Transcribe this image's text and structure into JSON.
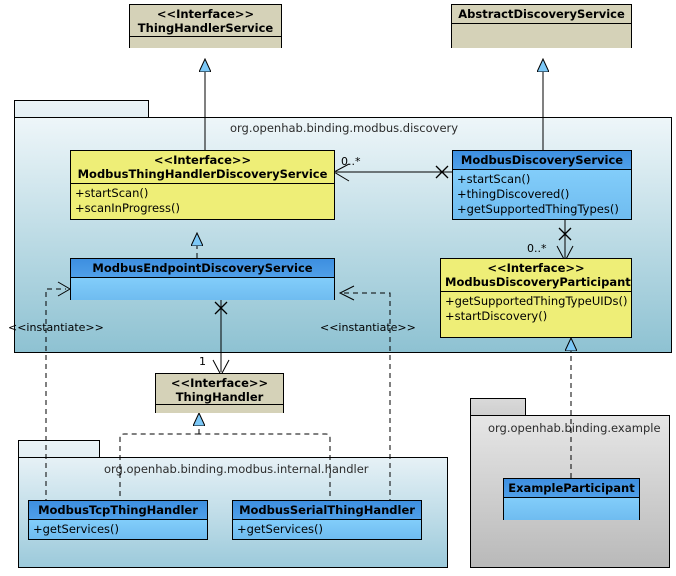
{
  "diagram": {
    "type": "uml-class-diagram",
    "title": "Modbus discovery class diagram"
  },
  "packages": [
    {
      "id": "pkg-modbus-discovery",
      "label": "org.openhab.binding.modbus.discovery"
    },
    {
      "id": "pkg-internal-handler",
      "label": "org.openhab.binding.modbus.internal.handler"
    },
    {
      "id": "pkg-example",
      "label": "org.openhab.binding.example"
    }
  ],
  "classes": {
    "thing_handler_service": {
      "stereotype": "<<Interface>>",
      "name": "ThingHandlerService",
      "members": [],
      "color": "#d5d2b8"
    },
    "abstract_discovery_service": {
      "stereotype": "",
      "name": "AbstractDiscoveryService",
      "members": [],
      "color": "#d5d2b8"
    },
    "modbus_thing_handler_discovery_service": {
      "stereotype": "<<Interface>>",
      "name": "ModbusThingHandlerDiscoveryService",
      "members": [
        "+startScan()",
        "+scanInProgress()"
      ],
      "color": "#eeee77"
    },
    "modbus_discovery_service": {
      "stereotype": "",
      "name": "ModbusDiscoveryService",
      "members": [
        "+startScan()",
        "+thingDiscovered()",
        "+getSupportedThingTypes()"
      ],
      "color": "#7cc8f7"
    },
    "modbus_endpoint_discovery_service": {
      "stereotype": "",
      "name": "ModbusEndpointDiscoveryService",
      "members": [],
      "color": "#7cc8f7"
    },
    "modbus_discovery_participant": {
      "stereotype": "<<Interface>>",
      "name": "ModbusDiscoveryParticipant",
      "members": [
        "+getSupportedThingTypeUIDs()",
        "+startDiscovery()"
      ],
      "color": "#eeee77"
    },
    "thing_handler": {
      "stereotype": "<<Interface>>",
      "name": "ThingHandler",
      "members": [],
      "color": "#d5d2b8"
    },
    "modbus_tcp_thing_handler": {
      "stereotype": "",
      "name": "ModbusTcpThingHandler",
      "members": [
        "+getServices()"
      ],
      "color": "#7cc8f7"
    },
    "modbus_serial_thing_handler": {
      "stereotype": "",
      "name": "ModbusSerialThingHandler",
      "members": [
        "+getServices()"
      ],
      "color": "#7cc8f7"
    },
    "example_participant": {
      "stereotype": "",
      "name": "ExampleParticipant",
      "members": [],
      "color": "#7cc8f7"
    }
  },
  "edge_labels": {
    "assoc_discovery_to_thdservice": "0..*",
    "assoc_discovery_to_participant": "0..*",
    "assoc_endpoint_to_thinghandler": "1",
    "instantiate_left": "<<instantiate>>",
    "instantiate_right": "<<instantiate>>"
  },
  "colors": {
    "interface_tan": "#d5d2b8",
    "interface_yellow": "#eeee77",
    "class_blue": "#7cc8f7",
    "class_blue_header": "#4f9fe8",
    "package_main_top": "#eef6f9",
    "package_main_bottom": "#8ec2d2",
    "package_example_top": "#e6e6e6",
    "package_example_bottom": "#b9b9b9",
    "line": "#000000",
    "arrow_fill": "#7cc8f7"
  }
}
